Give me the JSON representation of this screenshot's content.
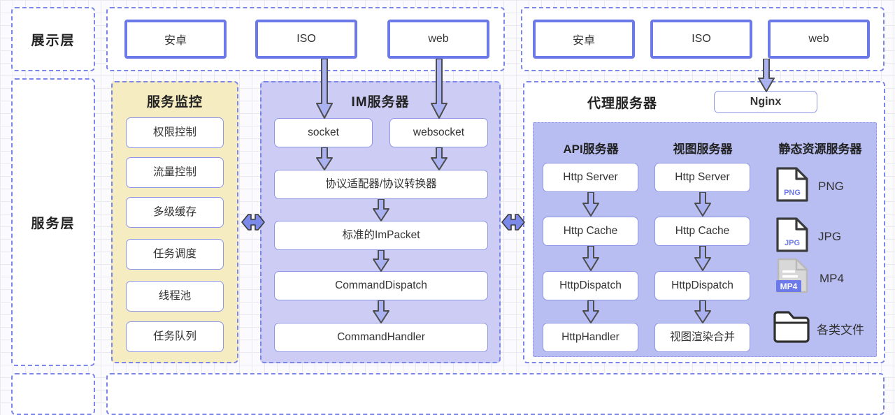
{
  "layers": [
    {
      "name": "presentation-layer",
      "label": "展示层"
    },
    {
      "name": "service-layer",
      "label": "服务层"
    }
  ],
  "presentation": {
    "left_group": {
      "name": "client-group-left",
      "nodes": [
        "安卓",
        "ISO",
        "web"
      ]
    },
    "right_group": {
      "name": "client-group-right",
      "nodes": [
        "安卓",
        "ISO",
        "web"
      ]
    }
  },
  "service_monitor": {
    "title": "服务监控",
    "items": [
      "权限控制",
      "流量控制",
      "多级缓存",
      "任务调度",
      "线程池",
      "任务队列"
    ]
  },
  "im_server": {
    "title": "IM服务器",
    "inputs": [
      "socket",
      "websocket"
    ],
    "pipeline": [
      "协议适配器/协议转换器",
      "标准的ImPacket",
      "CommandDispatch",
      "CommandHandler"
    ]
  },
  "proxy_server": {
    "title": "代理服务器",
    "nginx": "Nginx",
    "columns": [
      {
        "title": "API服务器",
        "nodes": [
          "Http Server",
          "Http Cache",
          "HttpDispatch",
          "HttpHandler"
        ]
      },
      {
        "title": "视图服务器",
        "nodes": [
          "Http Server",
          "Http Cache",
          "HttpDispatch",
          "视图渲染合并"
        ]
      }
    ],
    "static_column": {
      "title": "静态资源服务器",
      "files": [
        {
          "icon": "png-file-icon",
          "badge": "PNG",
          "label": "PNG"
        },
        {
          "icon": "jpg-file-icon",
          "badge": "JPG",
          "label": "JPG"
        },
        {
          "icon": "mp4-file-icon",
          "badge": "MP4",
          "label": "MP4"
        },
        {
          "icon": "folder-icon",
          "badge": "",
          "label": "各类文件"
        }
      ]
    }
  },
  "connectors": {
    "left_bidirectional": "双向箭头",
    "right_bidirectional": "双向箭头"
  },
  "colors": {
    "accent": "#6c79e8",
    "dashed_border": "#7b86e8",
    "panel_yellow": "#f5ecc2",
    "panel_lavender": "#ccccf4",
    "panel_periwinkle": "#b9bef2",
    "arrow_fill": "#aab2f2",
    "arrow_stroke": "#4d4d4d",
    "grid": "#e9e9ef"
  }
}
